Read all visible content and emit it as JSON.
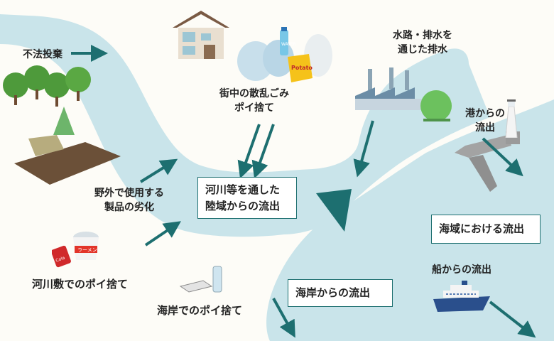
{
  "labels": {
    "illegal_dumping": "不法投棄",
    "city_litter_1": "街中の散乱ごみ",
    "city_litter_2": "ポイ捨て",
    "waterway_1": "水路・排水を",
    "waterway_2": "通じた排水",
    "port_1": "港からの",
    "port_2": "流出",
    "outdoor_1": "野外で使用する",
    "outdoor_2": "製品の劣化",
    "riverbank": "河川敷でのポイ捨て",
    "beach_dump": "海岸でのポイ捨て",
    "ship": "船からの流出"
  },
  "boxes": {
    "land_outflow_1": "河川等を通した",
    "land_outflow_2": "陸域からの流出",
    "sea_outflow": "海域における流出",
    "coast_outflow": "海岸からの流出"
  },
  "package_text": {
    "bottle_label": "WATER",
    "chips_label": "Potato",
    "cup_label": "ラーメン",
    "can_label": "Cola"
  },
  "colors": {
    "river": "#c9e4ea",
    "river_dark": "#a9d3dd",
    "arrow": "#1d6f70",
    "land": "#fdfcf7"
  }
}
